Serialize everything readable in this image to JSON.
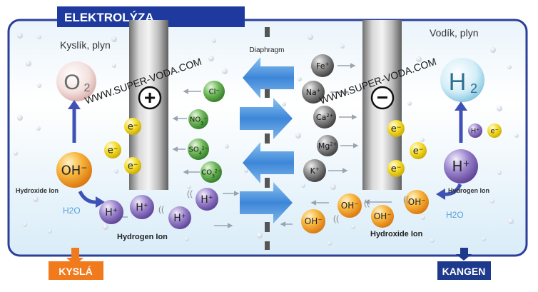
{
  "title": "ELEKTROLÝZA",
  "anode_gas": "Kyslík, plyn",
  "cathode_gas": "Vodík, plyn",
  "diaphragm": "Diaphragm",
  "watermark": "WWW.SUPER-VODA.COM",
  "molecules": {
    "o2": "O",
    "o2_sub": "2",
    "h2": "H",
    "h2_sub": "2"
  },
  "electrodes": {
    "plus": "+",
    "minus": "−"
  },
  "ions": {
    "oh": "OH",
    "oh_sup": "−",
    "h": "H",
    "h_sup": "+",
    "e": "e",
    "e_sup": "−",
    "anions": [
      {
        "base": "Cl",
        "sup": "−",
        "sub": ""
      },
      {
        "base": "NO",
        "sub": "3",
        "sup": "−"
      },
      {
        "base": "SO",
        "sub": "4",
        "sup": "2−"
      },
      {
        "base": "CO",
        "sub": "3",
        "sup": "2−"
      }
    ],
    "cations": [
      {
        "base": "Fe",
        "sup": "+"
      },
      {
        "base": "Na",
        "sup": "+"
      },
      {
        "base": "Ca",
        "sup": "2+"
      },
      {
        "base": "Mg",
        "sup": "2+"
      },
      {
        "base": "K",
        "sup": "+"
      }
    ]
  },
  "labels": {
    "hydroxide_left": "Hydroxide Ion",
    "hydrogen_right": "Hydrogen Ion",
    "h2o_left": "H2O",
    "h2o_right": "H2O",
    "hydrogen_bottom": "Hydrogen Ion",
    "hydroxide_bottom": "Hydroxide Ion"
  },
  "outputs": {
    "left": "KYSLÁ",
    "right": "KANGEN"
  },
  "colors": {
    "title_bg": "#1e3a9e",
    "frame": "#2b3f9a",
    "left_out": "#f07a1c",
    "right_out": "#1e3a8c",
    "arrow_blue": "#3d7fd6",
    "oh_orange": "#f29a1e",
    "h_purple": "#7a5fb3",
    "e_yellow": "#f2d21a",
    "anion_green": "#5ca64a",
    "cation_gray": "#6a6a6a"
  }
}
